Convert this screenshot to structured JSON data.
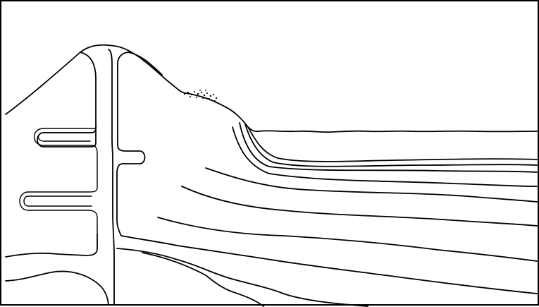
{
  "diagram": {
    "stroke_color": "#000000",
    "background_color": "#ffffff",
    "parts": [
      "volcano-outline",
      "central-conduit",
      "sills",
      "debris-patch",
      "sediment-layers",
      "base-contact"
    ]
  }
}
